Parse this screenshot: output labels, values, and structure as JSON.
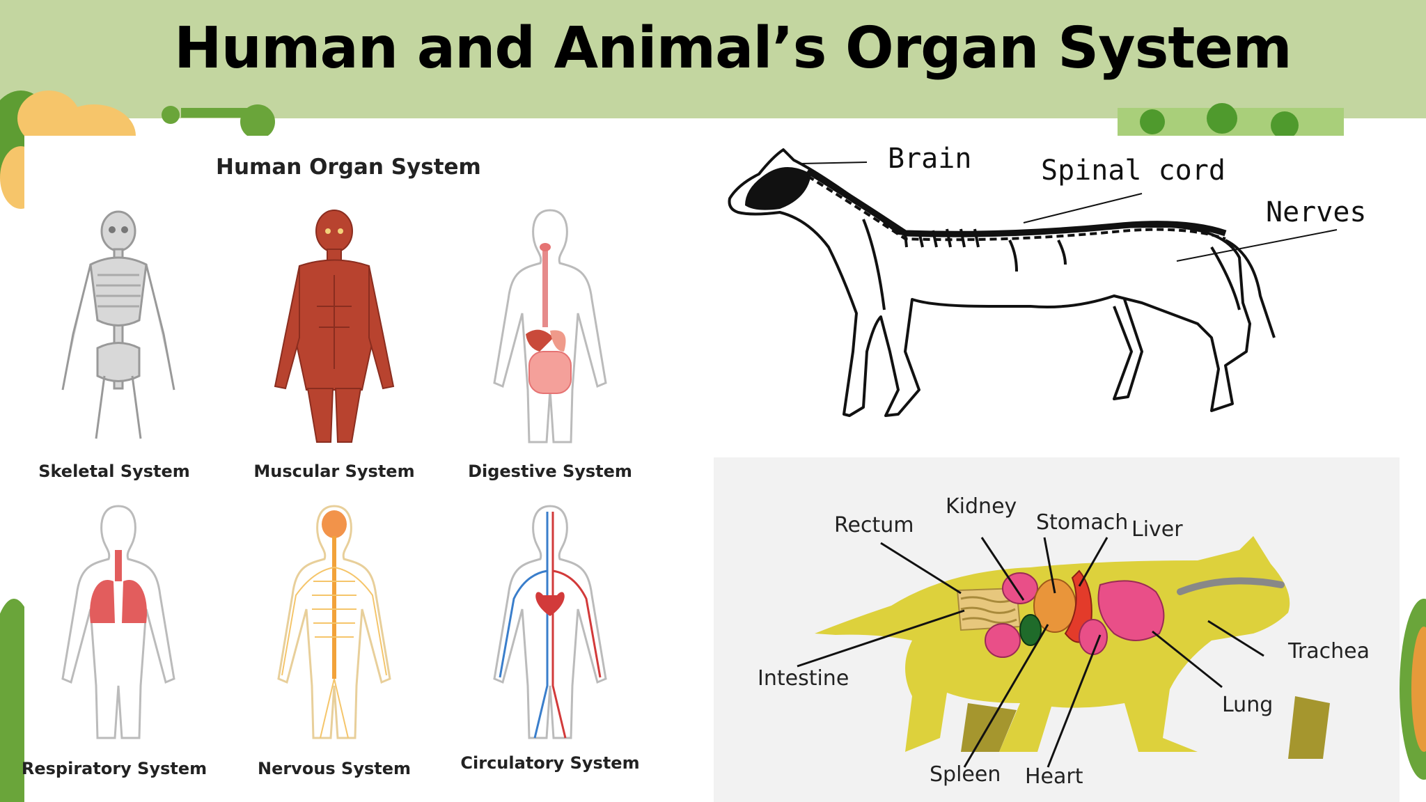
{
  "slide": {
    "title": "Human and Animal’s Organ System"
  },
  "colors": {
    "banner": "#c3d6a0",
    "leaf_green": "#6aa53a",
    "accent_yellow": "#f6c56a",
    "muscle_red": "#b8432f",
    "cat_body": "#ddd13c",
    "cat_shadow": "#a5962e",
    "organ_pink": "#e94f88",
    "organ_orange": "#e9953a",
    "organ_red": "#e33b2a",
    "organ_green": "#1f6b2a",
    "intestine": "#e7c77d"
  },
  "human_panel": {
    "title": "Human Organ System",
    "systems": [
      {
        "label": "Skeletal System",
        "icon": "skeleton-figure"
      },
      {
        "label": "Muscular System",
        "icon": "muscle-figure"
      },
      {
        "label": "Digestive System",
        "icon": "digestive-figure"
      },
      {
        "label": "Respiratory System",
        "icon": "respiratory-figure"
      },
      {
        "label": "Nervous System",
        "icon": "nervous-figure"
      },
      {
        "label": "Circulatory System",
        "icon": "circulatory-figure"
      }
    ]
  },
  "horse_diagram": {
    "labels": {
      "brain": "Brain",
      "spinal_cord": "Spinal cord",
      "nerves": "Nerves"
    }
  },
  "cat_diagram": {
    "labels": {
      "rectum": "Rectum",
      "kidney": "Kidney",
      "stomach": "Stomach",
      "liver": "Liver",
      "intestine": "Intestine",
      "trachea": "Trachea",
      "lung": "Lung",
      "spleen": "Spleen",
      "heart": "Heart"
    }
  }
}
